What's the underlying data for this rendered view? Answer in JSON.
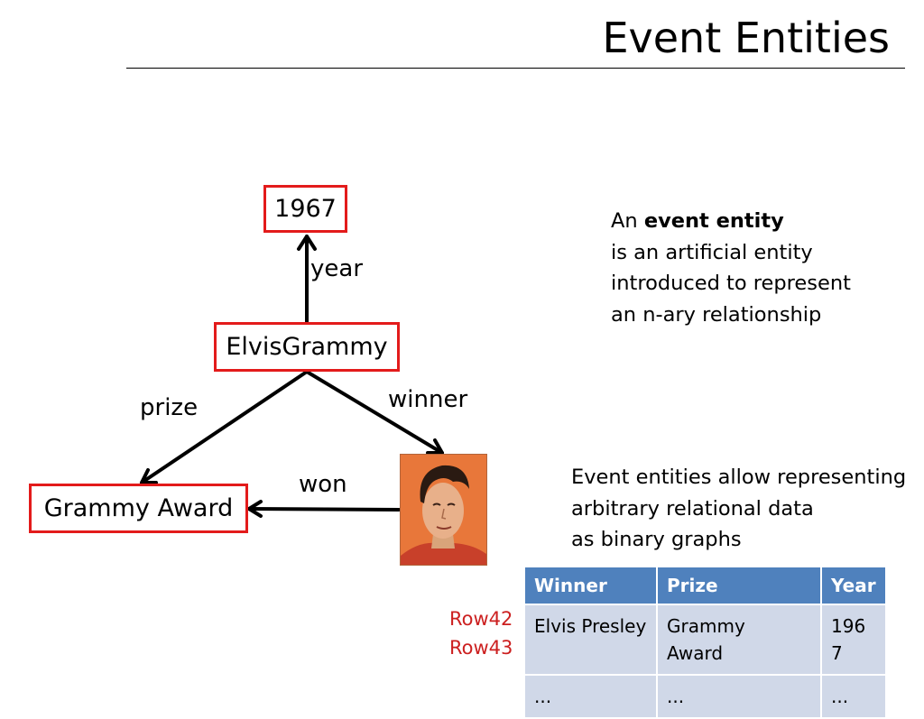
{
  "slide": {
    "title": "Event Entities"
  },
  "graph": {
    "nodes": {
      "year_value": "1967",
      "event": "ElvisGrammy",
      "award": "Grammy Award",
      "winner_image": "elvis-presley-portrait"
    },
    "edges": {
      "year": "year",
      "prize": "prize",
      "winner": "winner",
      "won": "won"
    }
  },
  "definition": {
    "prefix": "An ",
    "term": "event entity",
    "lines": [
      "is an artificial entity",
      "introduced to represent",
      "an n-ary relationship"
    ]
  },
  "note": {
    "lines": [
      "Event entities allow representing",
      "arbitrary relational data",
      "as binary graphs"
    ]
  },
  "table": {
    "row_labels": [
      "Row42",
      "Row43"
    ],
    "headers": [
      "Winner",
      "Prize",
      "Year"
    ],
    "rows": [
      [
        "Elvis Presley",
        "Grammy\nAward",
        "196\n7"
      ],
      [
        "...",
        "...",
        "..."
      ]
    ]
  },
  "colors": {
    "node_border": "#e31b1b",
    "table_header": "#4f81bd",
    "table_cell": "#d0d8e8",
    "row_label": "#cc2020"
  }
}
